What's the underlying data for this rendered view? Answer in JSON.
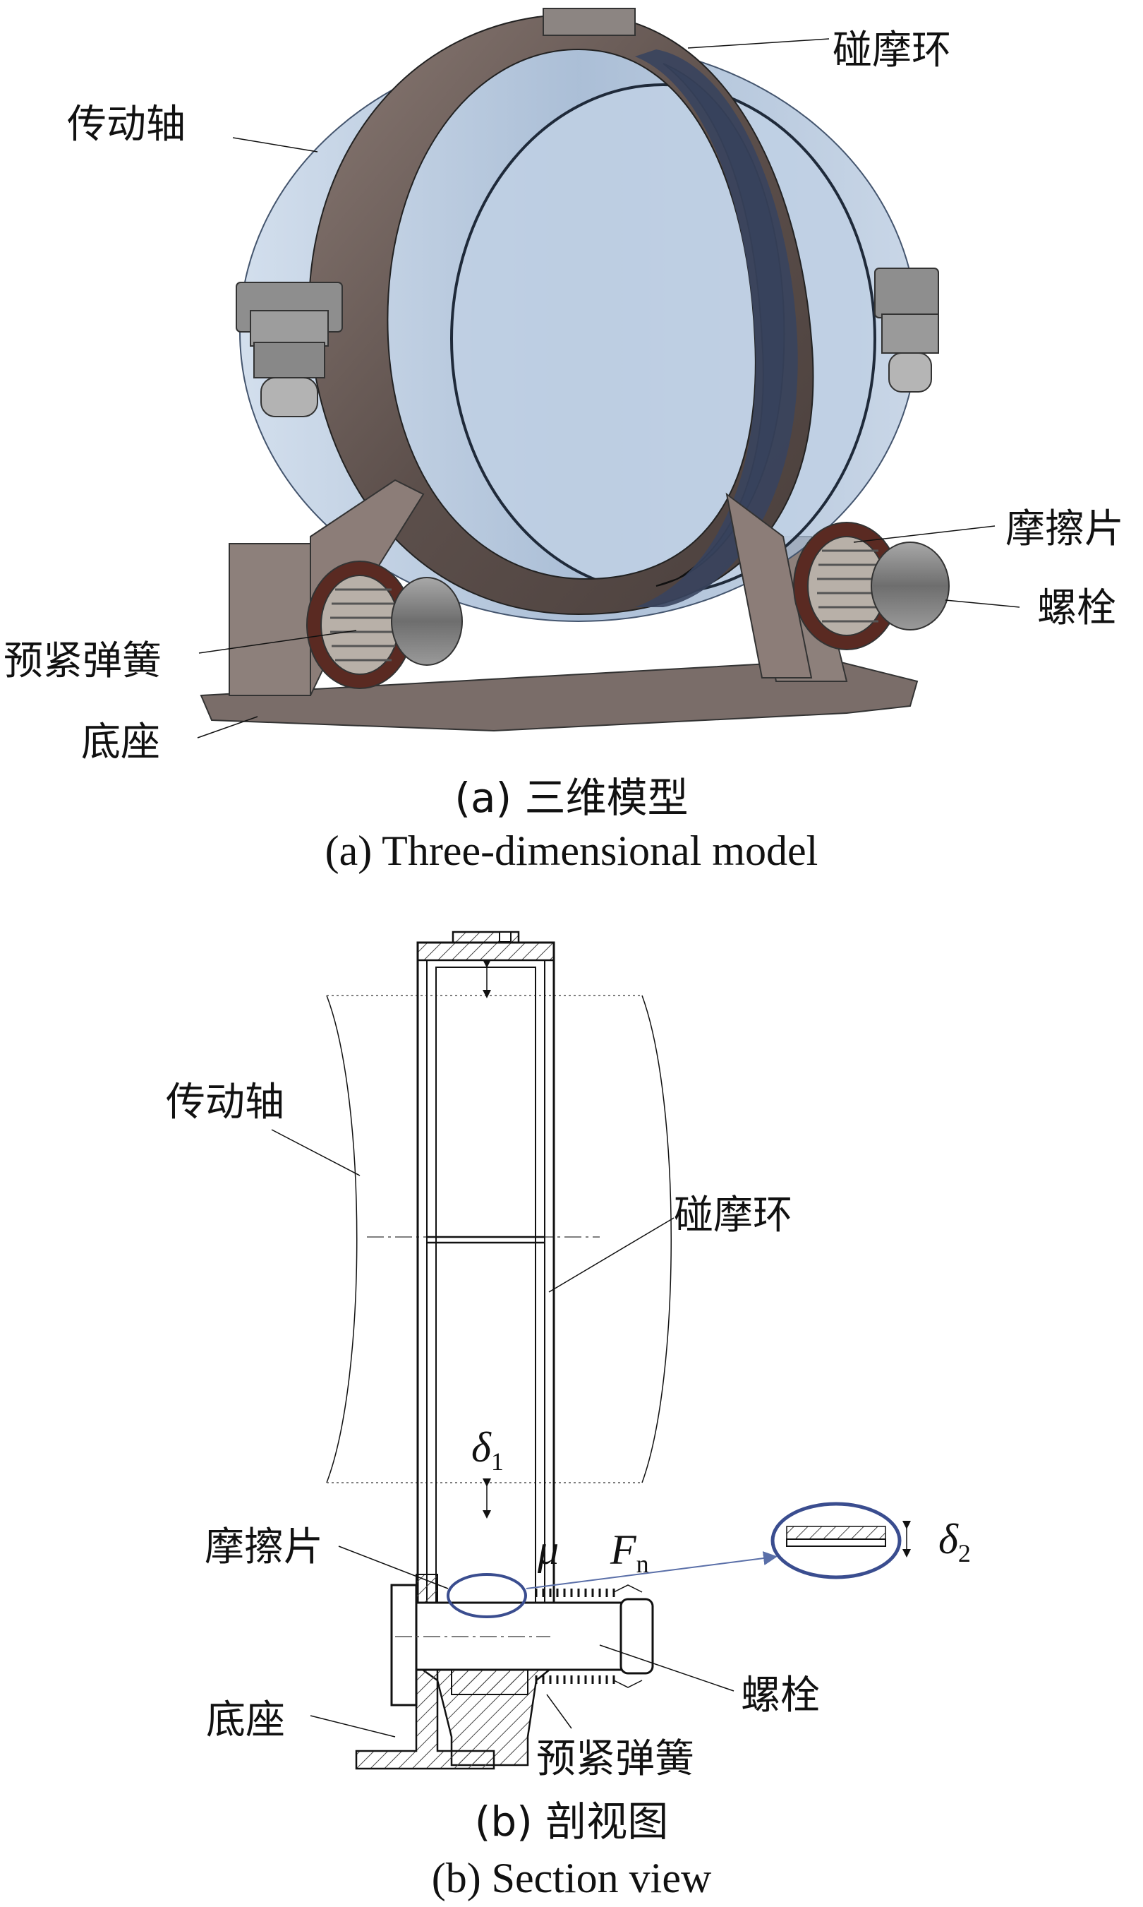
{
  "part_a": {
    "labels": {
      "shaft": "传动轴",
      "rub_ring": "碰摩环",
      "friction_pad": "摩擦片",
      "bolt": "螺栓",
      "preload_spring": "预紧弹簧",
      "base": "底座"
    },
    "caption_cn": "(a) 三维模型",
    "caption_en": "(a) Three-dimensional model"
  },
  "part_b": {
    "labels": {
      "shaft": "传动轴",
      "rub_ring": "碰摩环",
      "friction_pad": "摩擦片",
      "bolt": "螺栓",
      "base": "底座",
      "preload_spring": "预紧弹簧"
    },
    "symbols": {
      "delta1": "δ",
      "delta1_sub": "1",
      "mu": "μ",
      "fn": "F",
      "fn_sub": "n",
      "delta2": "δ",
      "delta2_sub": "2"
    },
    "caption_cn": "(b) 剖视图",
    "caption_en": "(b) Section view"
  },
  "colors": {
    "shaft_blue": "#9fb8d6",
    "ring_brown": "#6b5d58",
    "steel_gray": "#8a8a8a",
    "dark_inner": "#2f3a4f",
    "highlight_ellipse": "#3a4d8f"
  }
}
